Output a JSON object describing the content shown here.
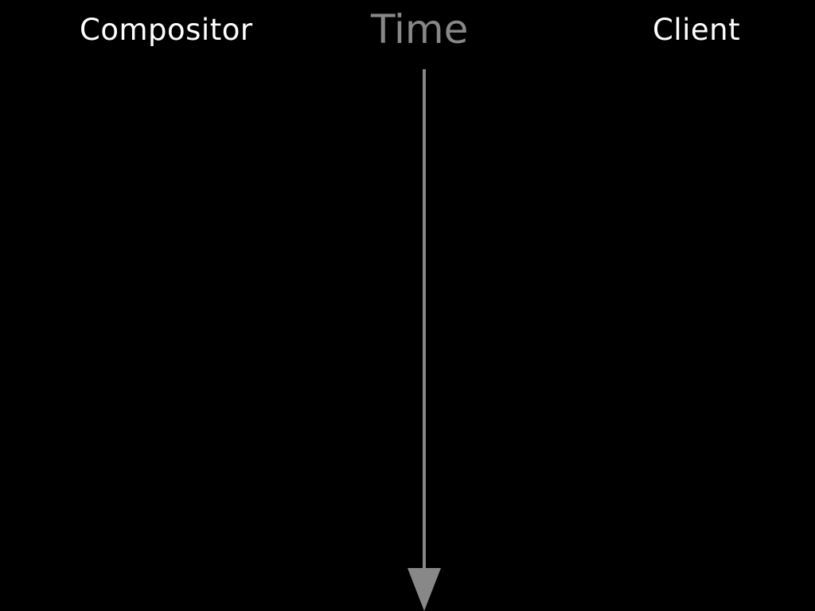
{
  "diagram": {
    "left_party": "Compositor",
    "axis_label": "Time",
    "right_party": "Client"
  },
  "colors": {
    "background": "#000000",
    "party_label": "#ffffff",
    "time_axis": "#888888"
  }
}
